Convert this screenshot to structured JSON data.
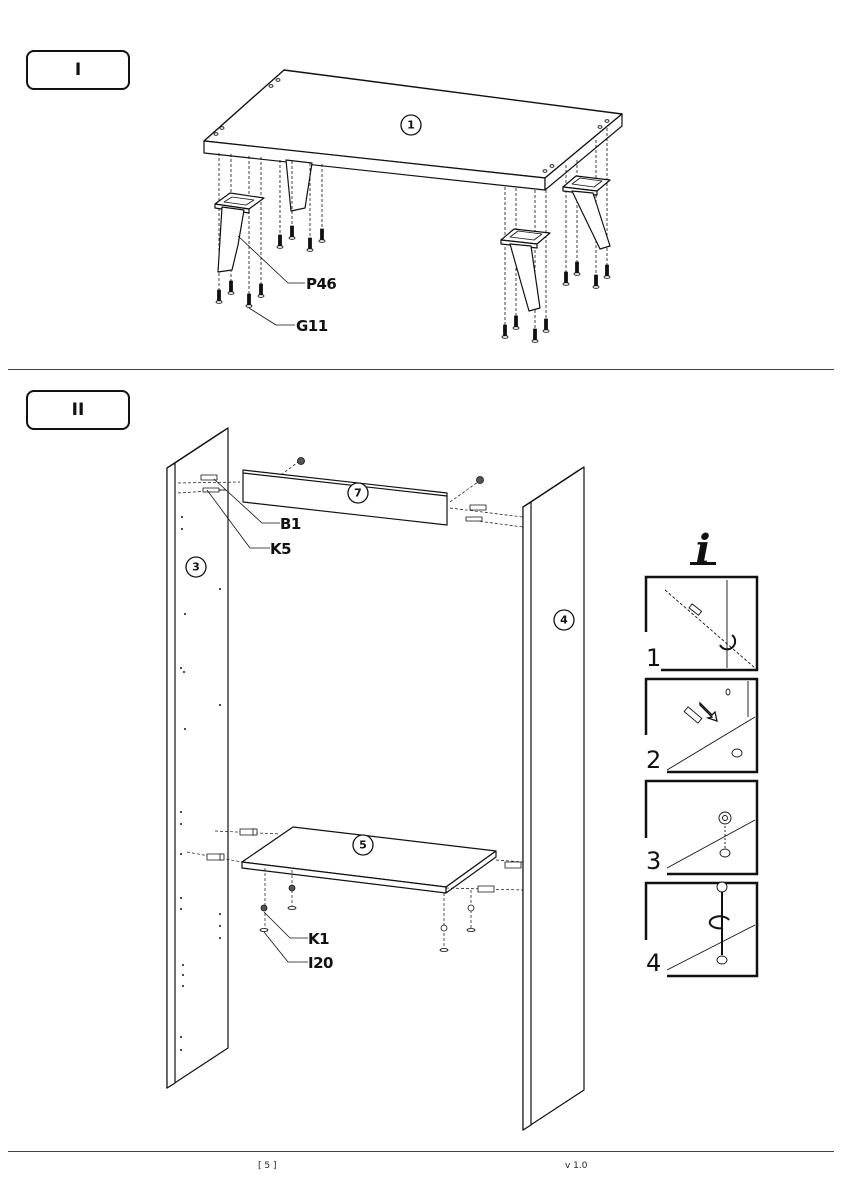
{
  "steps": [
    {
      "id": "I",
      "label": "I",
      "parts": {
        "board": "1",
        "leg_ref": "P46",
        "screw_ref": "G11"
      }
    },
    {
      "id": "II",
      "label": "II",
      "parts": {
        "left_panel": "3",
        "right_panel": "4",
        "top_rail": "7",
        "shelf": "5",
        "dowel_ref": "B1",
        "cam_bolt_ref": "K5",
        "cam_lock_ref": "K1",
        "cover_ref": "I20"
      }
    }
  ],
  "info_panel": {
    "icon": "info-icon",
    "symbol": "i",
    "substeps": [
      "1",
      "2",
      "3",
      "4"
    ]
  },
  "footer": {
    "page_number": "[ 5 ]",
    "version": "v 1.0"
  },
  "colors": {
    "ink": "#111111",
    "divider": "#444444",
    "background": "#ffffff"
  }
}
